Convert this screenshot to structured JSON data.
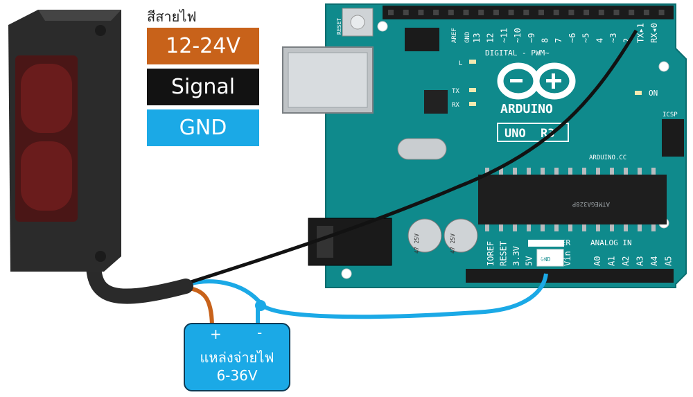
{
  "legend": {
    "title": "สีสายไฟ",
    "items": [
      {
        "label": "12-24V",
        "color": "#c8621a"
      },
      {
        "label": "Signal",
        "color": "#121212"
      },
      {
        "label": "GND",
        "color": "#1ba9e6"
      }
    ]
  },
  "power_supply": {
    "plus": "+",
    "minus": "-",
    "title": "แหล่งจ่ายไฟ",
    "range": "6-36V"
  },
  "arduino": {
    "logo_text": "ARDUINO",
    "model_uno": "UNO",
    "model_r3": "R3",
    "website": "ARDUINO.CC",
    "digital_label": "DIGITAL - PWM~",
    "power_label": "POWER",
    "analog_label": "ANALOG IN",
    "on_label": "ON",
    "icsp_label": "ICSP",
    "aref_label": "AREF",
    "gnd_top_label": "GND",
    "gnd_bottom_label": "GND",
    "reset_label": "RESET",
    "chip_text": "ATMEGA328P",
    "cap_text": "47 25V",
    "led_l": "L",
    "led_tx": "TX",
    "led_rx": "RX",
    "digital_pins": [
      "13",
      "12",
      "~11",
      "~10",
      "~9",
      "8",
      "7",
      "~6",
      "~5",
      "4",
      "~3",
      "2",
      "TX▸1",
      "RX◂0"
    ],
    "power_pins": [
      "IOREF",
      "RESET",
      "3.3V",
      "5V",
      "GND",
      "GND",
      "Vin"
    ],
    "analog_pins": [
      "A0",
      "A1",
      "A2",
      "A3",
      "A4",
      "A5"
    ]
  },
  "colors": {
    "board": "#0f8a8c",
    "wire_brown": "#c8621a",
    "wire_black": "#121212",
    "wire_blue": "#1ba9e6"
  }
}
